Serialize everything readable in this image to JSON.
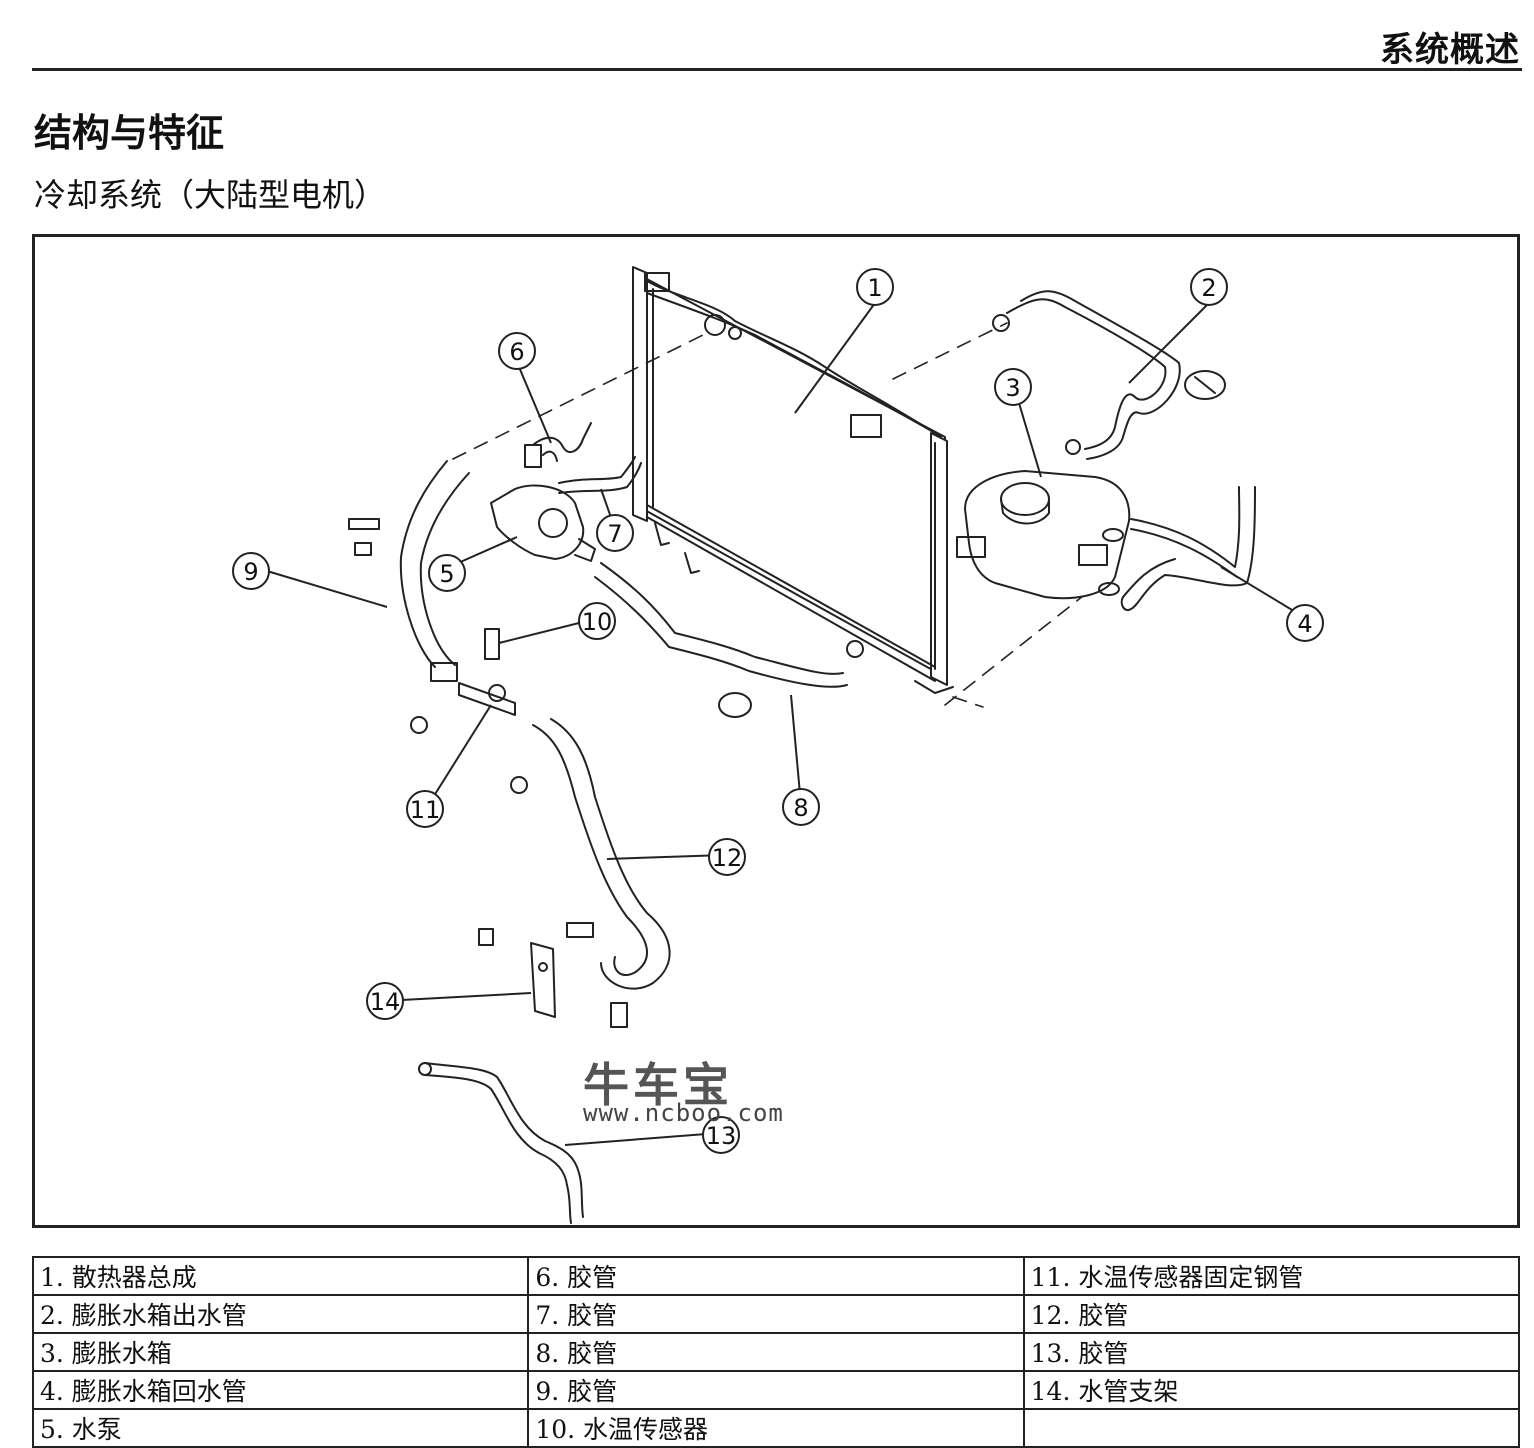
{
  "header": {
    "title": "系统概述"
  },
  "section_title": "结构与特征",
  "sub_title": "冷却系统（大陆型电机）",
  "callouts": [
    "1",
    "2",
    "3",
    "4",
    "5",
    "6",
    "7",
    "8",
    "9",
    "10",
    "11",
    "12",
    "13",
    "14"
  ],
  "watermark": {
    "text_cn": "牛车宝",
    "url": "www.ncboo.com"
  },
  "legend": {
    "rows": [
      [
        "1. 散热器总成",
        "6. 胶管",
        "11. 水温传感器固定钢管"
      ],
      [
        "2. 膨胀水箱出水管",
        "7. 胶管",
        "12. 胶管"
      ],
      [
        "3. 膨胀水箱",
        "8. 胶管",
        "13. 胶管"
      ],
      [
        "4. 膨胀水箱回水管",
        "9. 胶管",
        "14. 水管支架"
      ],
      [
        "5. 水泵",
        "10. 水温传感器",
        ""
      ]
    ]
  }
}
